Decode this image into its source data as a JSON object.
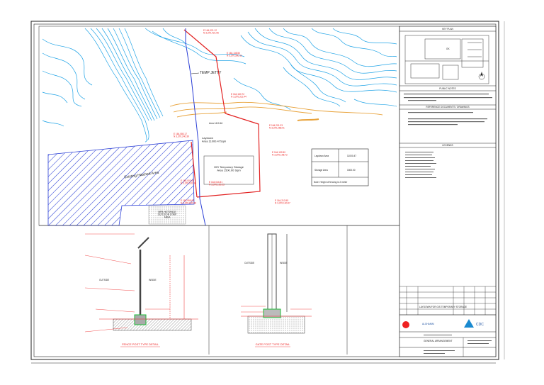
{
  "drawing": {
    "key_plan_title": "KEY PLAN",
    "key_plan_area_label": "GK",
    "pub_notes_title": "PUBLIC NOTES",
    "reference_title": "REFERENCE DOCUMENTS / DRAWINGS",
    "legends_title": "LEGENDS",
    "temp_jetty": "TEMP JETTY",
    "laydown_area": "Laydown\nArea 11000.47Sqm",
    "gis_storage": "GIS Temporary Storage\nArea 1500.00 Sqm",
    "existing_area": "Existing Hatched Area",
    "hatch_area_label": "Area 1410.46",
    "mpb_label": "MPB HOTSPACE\nOUTDOOR STRIP\nAREA",
    "table_row1_left": "Laydown Area",
    "table_row1_right": "11000.47",
    "table_row2_left": "Storage Area",
    "table_row2_right": "1500.00",
    "table_note": "Note: Height of fencing is 2 meter",
    "detail_a_title": "FENCE POST TYPE DETAIL",
    "detail_b_title": "GATE POST TYPE DETAIL",
    "outside": "OUTSIDE",
    "inside": "INSIDE",
    "title_block_project": "LAYDOWN FOR GIS TEMPORARY STORAGE",
    "title_block_client": "CDC",
    "title_block_contractor": "ALGHANIM",
    "title_block_doc": "GENERAL ARRANGEMENT"
  },
  "coordinates": [
    "E 164,021.12\nN 3,370,421.05",
    "E 164,138.50\nN 3,370,380.11",
    "E 164,160.72\nN 3,370,312.44",
    "E 164,201.33\nN 3,370,268.01",
    "E 164,080.17\nN 3,370,240.39",
    "E 164,192.80\nN 3,370,198.72",
    "E 164,003.46\nN 3,370,181.90",
    "E 164,044.81\nN 3,370,150.23",
    "E 164,210.55\nN 3,370,140.67",
    "E 163,995.09\nN 3,370,120.38"
  ],
  "colors": {
    "contour": "#1fa3e6",
    "boundary": "#e22222",
    "hatch": "#2b3fd6",
    "sand": "#e8a23a",
    "green": "#1fbf3a"
  }
}
